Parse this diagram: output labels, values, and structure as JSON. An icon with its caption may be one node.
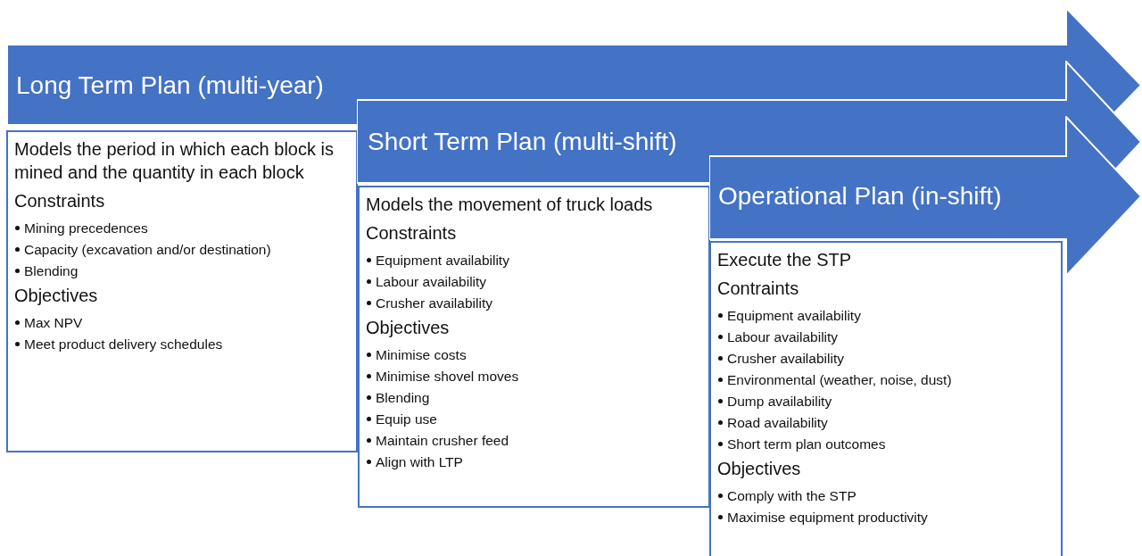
{
  "diagram": {
    "nodes": [
      {
        "text": [
          "Long Term Plan (multi-year)"
        ]
      },
      {
        "text": [
          "Models the period in which each block is mined and the quantity in each block",
          "Constraints",
          "Mining precedences",
          "Capacity (excavation and/or destination)",
          "Blending",
          "Objectives",
          "Max NPV",
          "Meet product delivery schedules"
        ]
      },
      {
        "text": [
          "Short Term Plan (multi-shift)"
        ]
      },
      {
        "text": [
          "Models the movement of truck loads",
          "Constraints",
          "Equipment availability",
          "Labour availability",
          "Crusher availability",
          "Objectives",
          "Minimise costs",
          "Minimise shovel moves",
          "Blending",
          "Equip use",
          "Maintain crusher feed",
          "Align with LTP"
        ]
      },
      {
        "text": [
          "Operational Plan (in-shift)"
        ]
      },
      {
        "text": [
          "Execute the STP",
          "Contraints",
          "Equipment availability",
          "Labour availability",
          "Crusher availability",
          "Environmental (weather, noise, dust)",
          "Dump availability",
          "Road availability",
          "Short term plan outcomes",
          "Objectives",
          "Comply with the STP",
          "Maximise equipment productivity"
        ]
      }
    ],
    "edges": []
  }
}
